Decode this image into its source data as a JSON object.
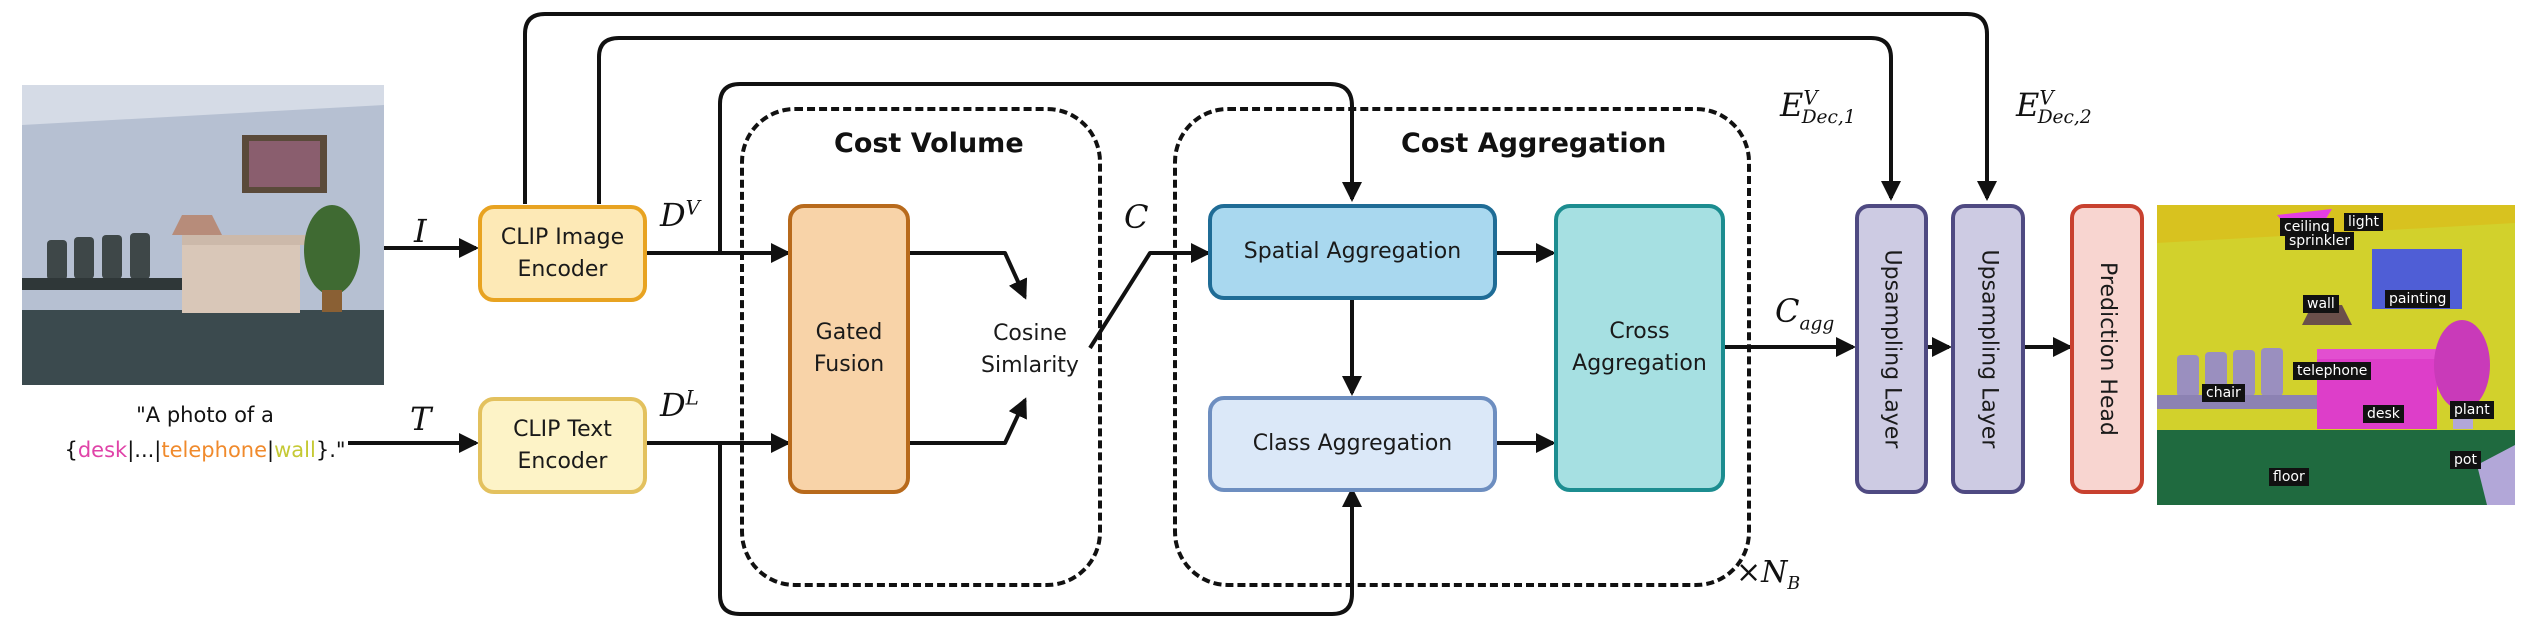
{
  "colors": {
    "clip_fill": "#fde9b6",
    "clip_border": "#e8a321",
    "clip_text_fill": "#fdf3c7",
    "clip_text_border": "#e3c15e",
    "fusion_fill": "#f8d3a8",
    "fusion_border": "#b86a1c",
    "spatial_fill": "#a9d8ef",
    "spatial_border": "#1f6c96",
    "class_fill": "#dbe8f8",
    "class_border": "#6d8ec0",
    "cross_fill": "#a6e0e2",
    "cross_border": "#1c8d90",
    "upsample_fill": "#cdcbe3",
    "upsample_border": "#4f4a82",
    "head_fill": "#f8d5d0",
    "head_border": "#c8412f",
    "keyword_desk": "#e043a8",
    "keyword_telephone": "#f08a2c",
    "keyword_wall": "#c5c934"
  },
  "groups": {
    "cost_volume": "Cost Volume",
    "cost_aggregation": "Cost Aggregation"
  },
  "boxes": {
    "clip_image_encoder": "CLIP Image\nEncoder",
    "clip_text_encoder": "CLIP Text\nEncoder",
    "gated_fusion": "Gated\nFusion",
    "cosine_similarity": "Cosine\nSimlarity",
    "spatial_aggregation": "Spatial Aggregation",
    "class_aggregation": "Class Aggregation",
    "cross_aggregation": "Cross\nAggregation",
    "upsampling_layer_1": "Upsampling Layer",
    "upsampling_layer_2": "Upsampling Layer",
    "prediction_head": "Prediction Head"
  },
  "symbols": {
    "image_input": "I",
    "text_input": "T",
    "visual_feature_base": "D",
    "visual_feature_sup": "V",
    "text_feature_base": "D",
    "text_feature_sup": "L",
    "cost": "C",
    "agg_cost_base": "C",
    "agg_cost_sub": "agg",
    "dec1_base": "E",
    "dec1_sup": "V",
    "dec1_sub": "Dec,1",
    "dec2_base": "E",
    "dec2_sup": "V",
    "dec2_sub": "Dec,2",
    "repeat_times": "×",
    "repeat_base": "N",
    "repeat_sub": "B"
  },
  "prompt": {
    "line1": "\"A photo of a",
    "open_brace": "{",
    "kw_desk": "desk",
    "sep1": "|...|",
    "kw_telephone": "telephone",
    "sep2": "|",
    "kw_wall": "wall",
    "close": "}.\""
  },
  "segmentation_labels": {
    "ceiling": "ceiling",
    "sprinkler": "sprinkler",
    "light": "light",
    "wall": "wall",
    "painting": "painting",
    "chair": "chair",
    "telephone": "telephone",
    "desk": "desk",
    "plant": "plant",
    "pot": "pot",
    "floor": "floor"
  }
}
